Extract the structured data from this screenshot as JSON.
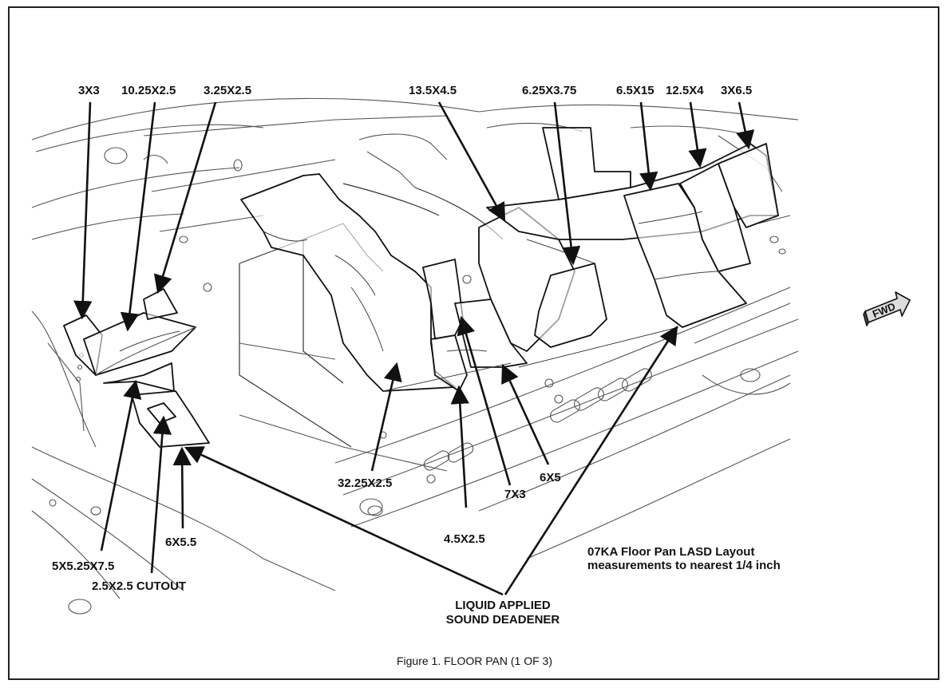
{
  "labels": {
    "l_3x3": "3X3",
    "l_10_25x2_5": "10.25X2.5",
    "l_3_25x2_5": "3.25X2.5",
    "l_13_5x4_5": "13.5X4.5",
    "l_6_25x3_75": "6.25X3.75",
    "l_6_5x15": "6.5X15",
    "l_12_5x4": "12.5X4",
    "l_3x6_5": "3X6.5",
    "l_32_25x2_5": "32.25X2.5",
    "l_7x3": "7X3",
    "l_6x5": "6X5",
    "l_4_5x2_5": "4.5X2.5",
    "l_6x5_5": "6X5.5",
    "l_5x5_25x7_5": "5X5.25X7.5",
    "l_cutout": "2.5X2.5 CUTOUT"
  },
  "liquid_label": {
    "line1": "LIQUID APPLIED",
    "line2": "SOUND DEADENER"
  },
  "layout_note": {
    "line1": "07KA Floor Pan LASD Layout",
    "line2": "measurements to nearest 1/4 inch"
  },
  "fwd_label": "FWD",
  "caption": "Figure 1.  FLOOR PAN (1 OF 3)"
}
